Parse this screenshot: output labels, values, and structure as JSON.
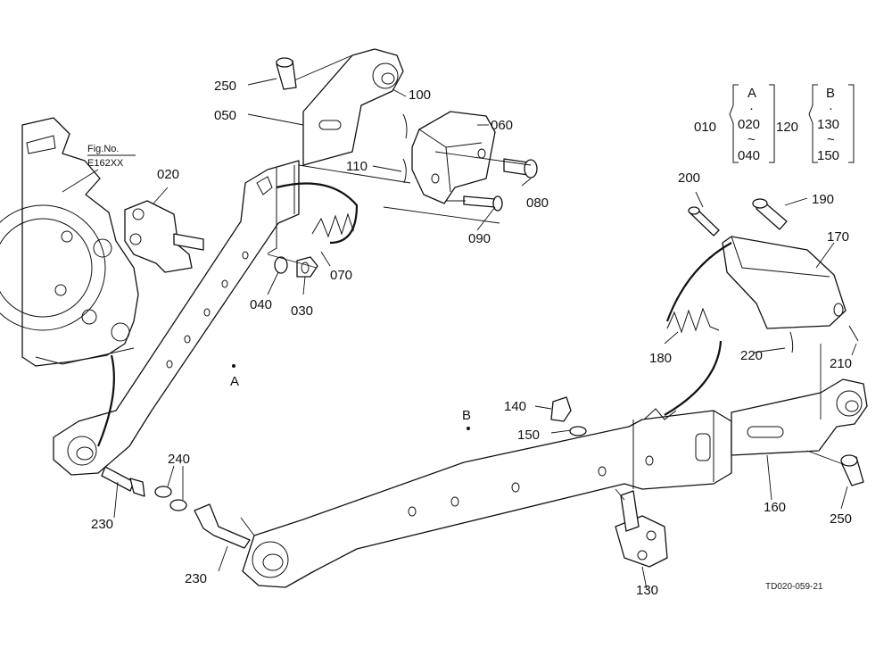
{
  "figure_ref": {
    "line1": "Fig.No.",
    "line2": "E162XX"
  },
  "drawing_code": "TD020-059-21",
  "group_a": {
    "main": "010",
    "letter": "A",
    "dot": "·",
    "from": "020",
    "tilde": "~",
    "to": "040"
  },
  "group_b": {
    "main": "120",
    "letter": "B",
    "dot": "·",
    "from": "130",
    "tilde": "~",
    "to": "150"
  },
  "assembly_labels": {
    "a": "A",
    "b": "B"
  },
  "parts": {
    "p020": "020",
    "p030": "030",
    "p040": "040",
    "p050": "050",
    "p060": "060",
    "p070": "070",
    "p080": "080",
    "p090": "090",
    "p100": "100",
    "p110": "110",
    "p130": "130",
    "p140": "140",
    "p150": "150",
    "p160": "160",
    "p170": "170",
    "p180": "180",
    "p190": "190",
    "p200": "200",
    "p210": "210",
    "p220": "220",
    "p230a": "230",
    "p230b": "230",
    "p240": "240",
    "p250a": "250",
    "p250b": "250"
  }
}
